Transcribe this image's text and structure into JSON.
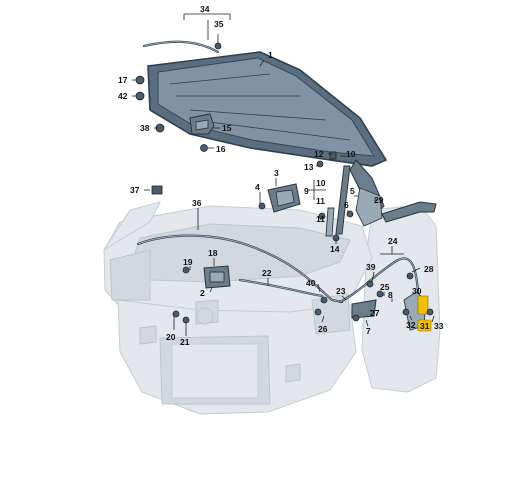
{
  "diagram": {
    "labels": [
      {
        "id": "34",
        "text": "34"
      },
      {
        "id": "35",
        "text": "35"
      },
      {
        "id": "1",
        "text": "1"
      },
      {
        "id": "17",
        "text": "17"
      },
      {
        "id": "42",
        "text": "42"
      },
      {
        "id": "38",
        "text": "38"
      },
      {
        "id": "15",
        "text": "15"
      },
      {
        "id": "16",
        "text": "16"
      },
      {
        "id": "12",
        "text": "12"
      },
      {
        "id": "10",
        "text": "10"
      },
      {
        "id": "13",
        "text": "13"
      },
      {
        "id": "9",
        "text": "9"
      },
      {
        "id": "11",
        "text": "11"
      },
      {
        "id": "3",
        "text": "3"
      },
      {
        "id": "4",
        "text": "4"
      },
      {
        "id": "37",
        "text": "37"
      },
      {
        "id": "5",
        "text": "5"
      },
      {
        "id": "6",
        "text": "6"
      },
      {
        "id": "29",
        "text": "29"
      },
      {
        "id": "36",
        "text": "36"
      },
      {
        "id": "14",
        "text": "14"
      },
      {
        "id": "24",
        "text": "24"
      },
      {
        "id": "18",
        "text": "18"
      },
      {
        "id": "19",
        "text": "19"
      },
      {
        "id": "22",
        "text": "22"
      },
      {
        "id": "2",
        "text": "2"
      },
      {
        "id": "39",
        "text": "39"
      },
      {
        "id": "28",
        "text": "28"
      },
      {
        "id": "40",
        "text": "40"
      },
      {
        "id": "25",
        "text": "25"
      },
      {
        "id": "30",
        "text": "30"
      },
      {
        "id": "8",
        "text": "8"
      },
      {
        "id": "23",
        "text": "23"
      },
      {
        "id": "27",
        "text": "27"
      },
      {
        "id": "26",
        "text": "26"
      },
      {
        "id": "7",
        "text": "7"
      },
      {
        "id": "32",
        "text": "32"
      },
      {
        "id": "31",
        "text": "31",
        "highlight": true
      },
      {
        "id": "33",
        "text": "33"
      },
      {
        "id": "20",
        "text": "20"
      },
      {
        "id": "21",
        "text": "21"
      }
    ],
    "colors": {
      "hood": "#5a6e80",
      "body": "#e4e8ec",
      "parts": "#6b7c8b",
      "highlight": "#f2c200"
    }
  }
}
